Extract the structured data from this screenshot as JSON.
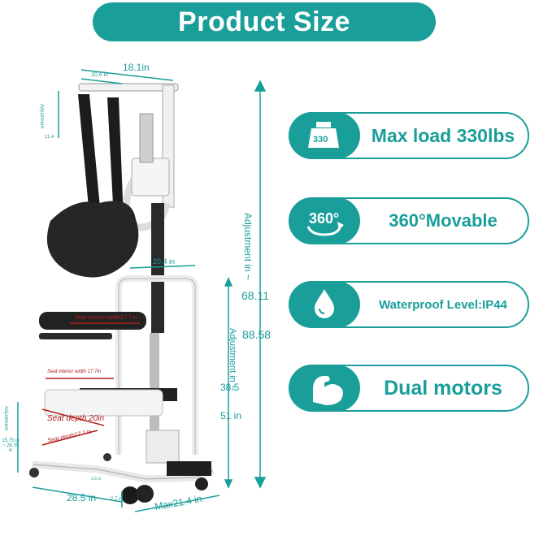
{
  "title": "Product Size",
  "features": [
    {
      "icon": "weight-icon",
      "icon_text": "330",
      "label": "Max load 330lbs"
    },
    {
      "icon": "rotate-360-icon",
      "icon_text": "360°",
      "label": "360°Movable"
    },
    {
      "icon": "water-drop-icon",
      "label": "Waterproof Level:IP44"
    },
    {
      "icon": "strong-arm-icon",
      "label": "Dual motors"
    }
  ],
  "dimensions": {
    "top_width": "18.1in",
    "hanger_width": "10.6 in",
    "adjustment_left": "Adjustment",
    "adjustment_left_value": "11.4",
    "arm_width": "20.4 in",
    "seat_interior_width_1": "Seat interior width17.7 in",
    "seat_interior_width_2": "Seat interior width 17.7in",
    "seat_depth_1": "Seat depth 20in",
    "seat_depth_2": "Seat depth17.7 in",
    "adjust_main_label": "Adjustment in ~",
    "adjust_main_low": "68.11",
    "adjust_main_high": "88.58",
    "adjust_arm_label": "Adjustment in ~",
    "adjust_arm_low": "38.5",
    "adjust_arm_high": "51 in",
    "adjust_seat_label": "Adjustment",
    "adjust_seat_value": "15.75 in ~ 28.35 in",
    "base_length": "28.5 in",
    "wheel_height": "2.7 in",
    "base_width": "Max21.4 in",
    "small_base": "1.6 in"
  },
  "colors": {
    "accent": "#1a9e9a",
    "dim_red": "#b01e1e"
  }
}
